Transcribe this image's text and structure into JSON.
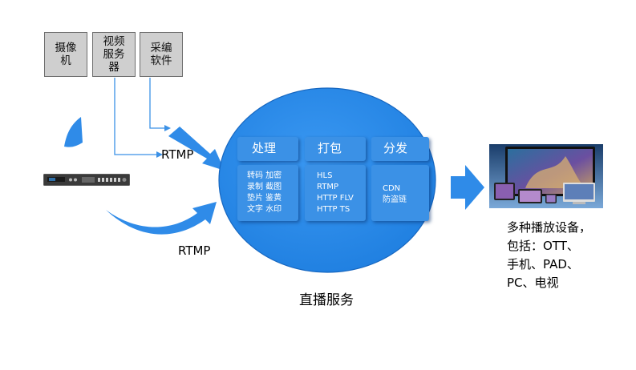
{
  "sources": [
    {
      "label": "摄像\n机"
    },
    {
      "label": "视频\n服务\n器"
    },
    {
      "label": "采编\n软件"
    }
  ],
  "protocols": {
    "rtmp_upper": "RTMP",
    "rtmp_lower": "RTMP"
  },
  "live_service": {
    "title": "直播服务",
    "columns": [
      {
        "header": "处理",
        "items": "转码 加密\n录制 截图\n垫片 鉴黄\n文字 水印"
      },
      {
        "header": "打包",
        "items": "HLS\nRTMP\nHTTP FLV\nHTTP TS"
      },
      {
        "header": "分发",
        "items": "CDN\n防盗链"
      }
    ]
  },
  "devices": {
    "caption": "多种播放设备，\n包括：OTT、\n手机、PAD、\nPC、电视"
  },
  "colors": {
    "accent": "#2f8be8",
    "panel": "#3b91e6",
    "source_box": "#cfcfcf"
  }
}
